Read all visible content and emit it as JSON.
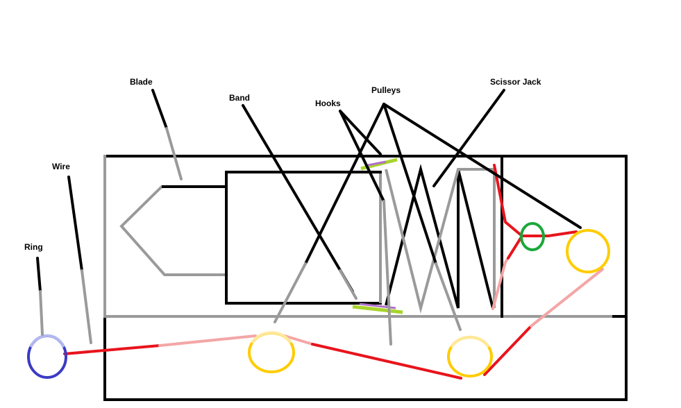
{
  "labels": {
    "blade": "Blade",
    "band": "Band",
    "hooks": "Hooks",
    "pulleys": "Pulleys",
    "scissor_jack": "Scissor Jack",
    "wire": "Wire",
    "ring": "Ring"
  },
  "colors": {
    "outline": "#000000",
    "part_gray": "#9a9a9a",
    "wire_red": "#e8141c",
    "wire_pink": "#f3a6a6",
    "pulley": "#ffcc00",
    "pulley_light": "#ffe89a",
    "ring": "#3b3bc4",
    "ring_light": "#b4b8f0",
    "green_ring": "#1aa83a",
    "hook_green": "#a8d42c",
    "hook_purple": "#b070c8"
  }
}
